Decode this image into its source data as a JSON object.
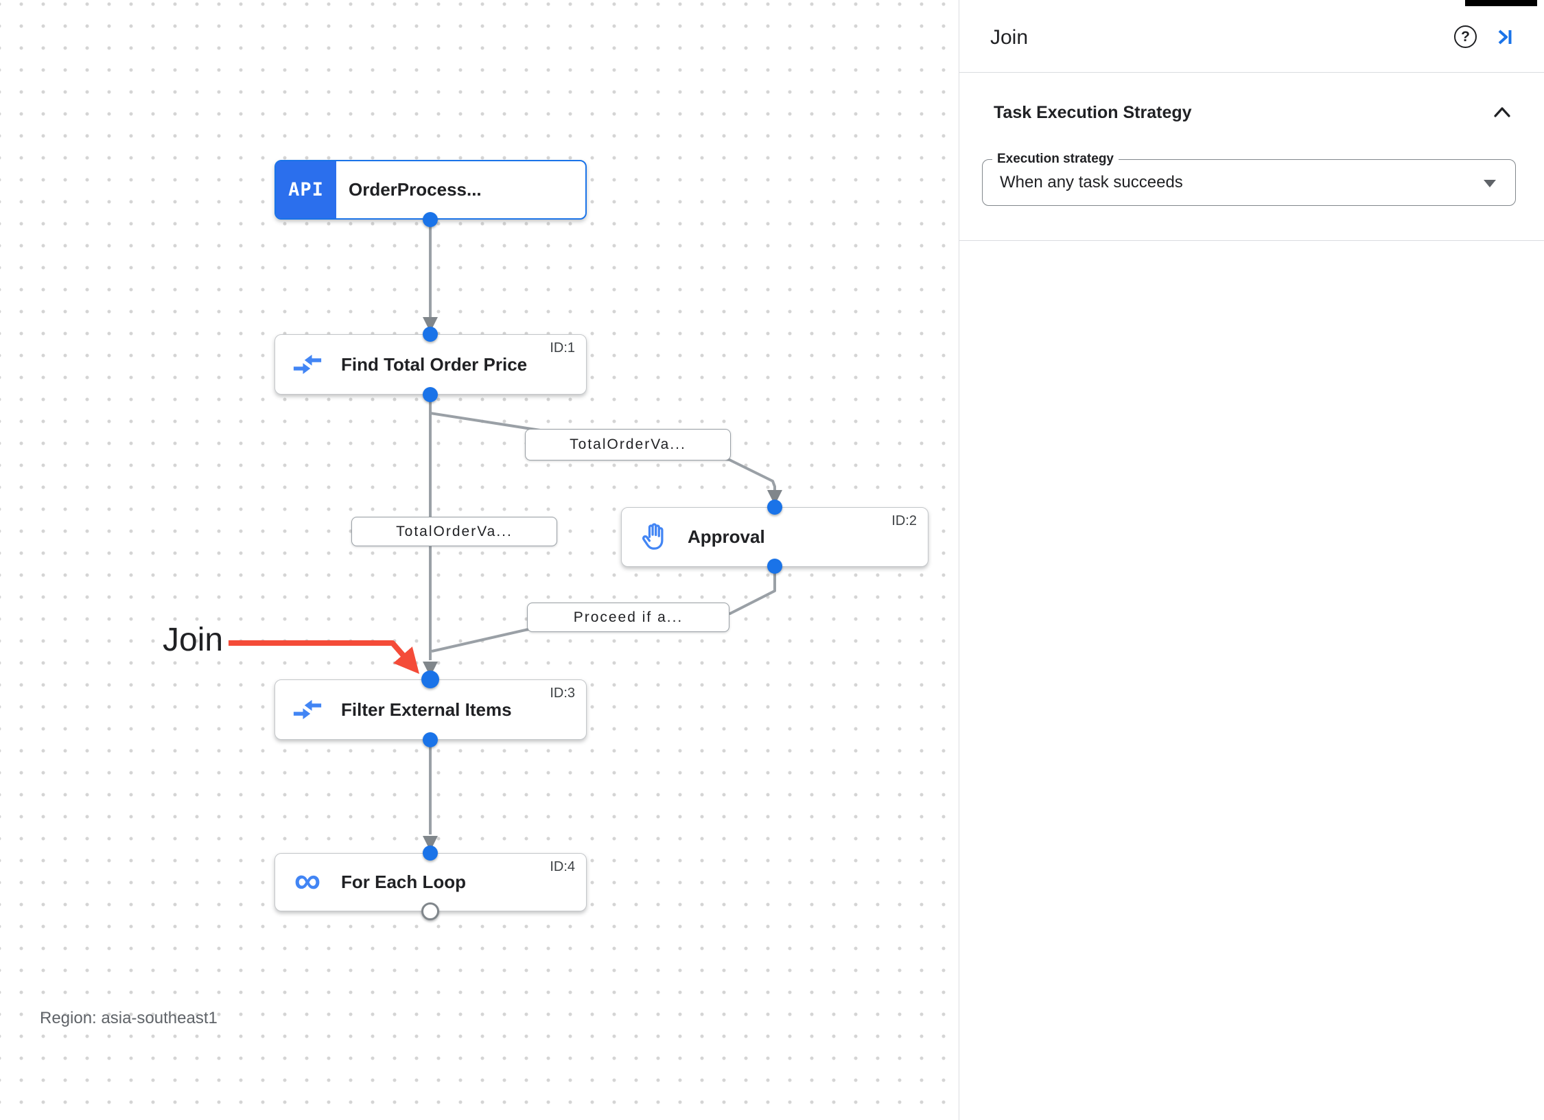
{
  "canvas": {
    "nodes": [
      {
        "title": "OrderProcess...",
        "badge": "API"
      },
      {
        "title": "Find Total Order Price",
        "id_label": "ID:1"
      },
      {
        "title": "Approval",
        "id_label": "ID:2"
      },
      {
        "title": "Filter External Items",
        "id_label": "ID:3"
      },
      {
        "title": "For Each Loop",
        "id_label": "ID:4"
      }
    ],
    "edge_labels": [
      {
        "text": "TotalOrderVa..."
      },
      {
        "text": "TotalOrderVa..."
      },
      {
        "text": "Proceed if a..."
      }
    ],
    "annotation": {
      "text": "Join"
    },
    "region_label": "Region: asia-southeast1"
  },
  "panel": {
    "title": "Join",
    "section": {
      "title": "Task Execution Strategy"
    },
    "field": {
      "label": "Execution strategy",
      "value": "When any task succeeds"
    }
  },
  "icons": {
    "help_glyph": "?",
    "loop_glyph": "∞",
    "api_icon": "api-badge",
    "approval_icon": "raised-hand",
    "mapping_icon": "converging-arrows",
    "collapse_icon": "skip-to-end",
    "section_chevron": "chevron-up",
    "select_caret": "caret-down"
  },
  "colors": {
    "accent_blue": "#1a73e8",
    "icon_blue": "#4285f4",
    "badge_blue": "#2b6fed",
    "edge_gray": "#9aa0a6",
    "arrow_gray": "#80868b",
    "annotation_red": "#F44B38",
    "text_dark": "#202124",
    "text_gray": "#5f6368",
    "divider": "#dadce0"
  }
}
